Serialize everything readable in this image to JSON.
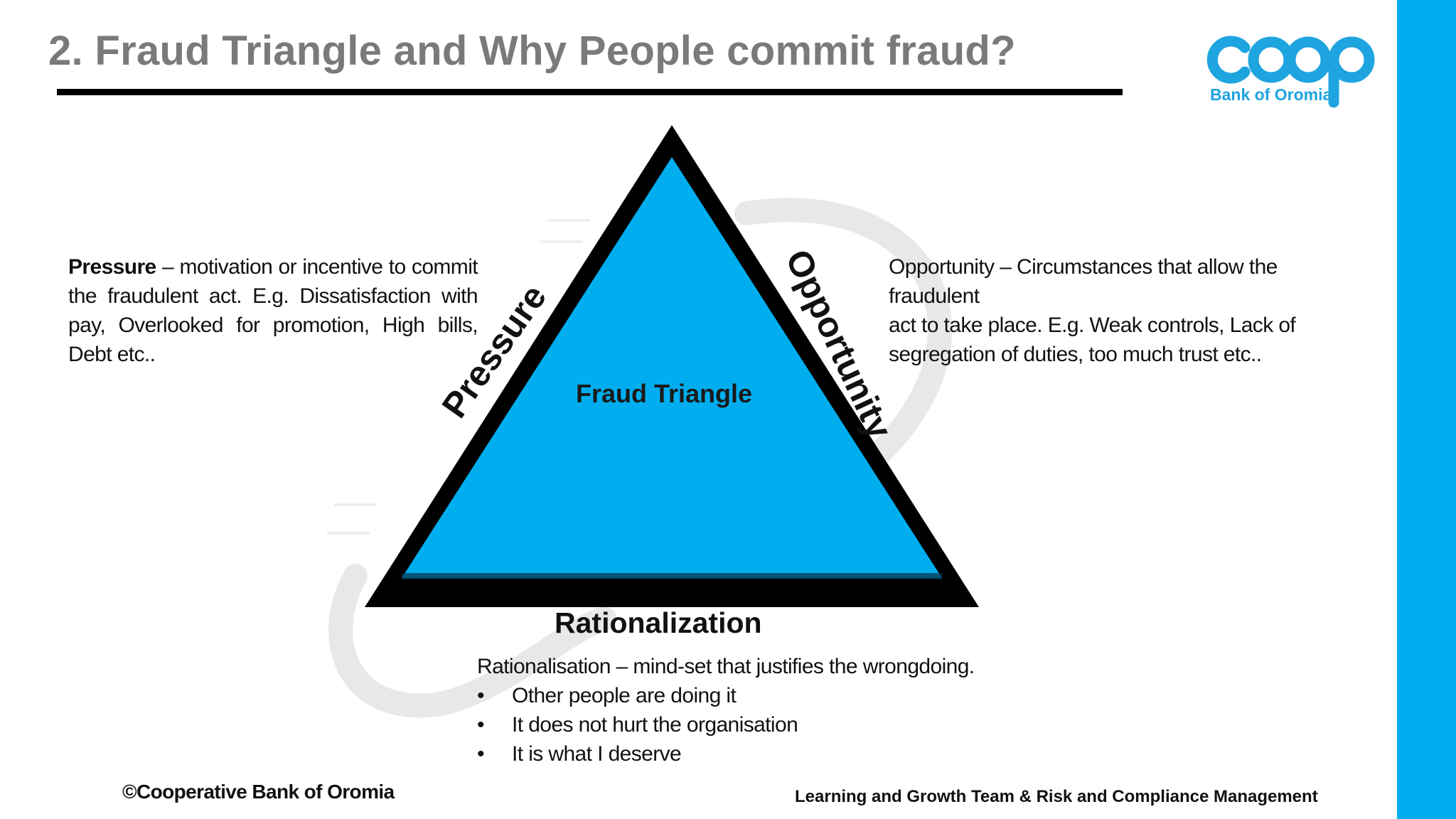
{
  "slide": {
    "title": "2. Fraud Triangle and Why People commit fraud?",
    "accent_color": "#00aeef",
    "title_color": "#7a7a7a"
  },
  "logo": {
    "wordmark": "coop",
    "subtitle": "Bank of Oromia",
    "color": "#1ea4df"
  },
  "triangle": {
    "center_label": "Fraud Triangle",
    "left_side_label": "Pressure",
    "right_side_label": "Opportunity",
    "base_label": "Rationalization",
    "fill_color": "#00aeef",
    "border_color": "#000000"
  },
  "pressure": {
    "term": "Pressure",
    "text": " – motivation or incentive to commit the fraudulent act. E.g. Dissatisfaction with pay, Overlooked for promotion, High bills, Debt etc.."
  },
  "opportunity": {
    "line1": "Opportunity – Circumstances that allow the fraudulent",
    "line2": "act to take place. E.g. Weak  controls, Lack  of",
    "line3": "segregation of duties, too much trust etc.."
  },
  "rationalisation": {
    "heading": "Rationalisation – mind-set that justifies the wrongdoing.",
    "bullets": [
      "Other  people are doing it",
      "It  does not hurt the organisation",
      "It  is what I deserve"
    ]
  },
  "footer": {
    "copyright": "©Cooperative Bank of Oromia",
    "team": "Learning and Growth Team &  Risk and Compliance Management"
  }
}
